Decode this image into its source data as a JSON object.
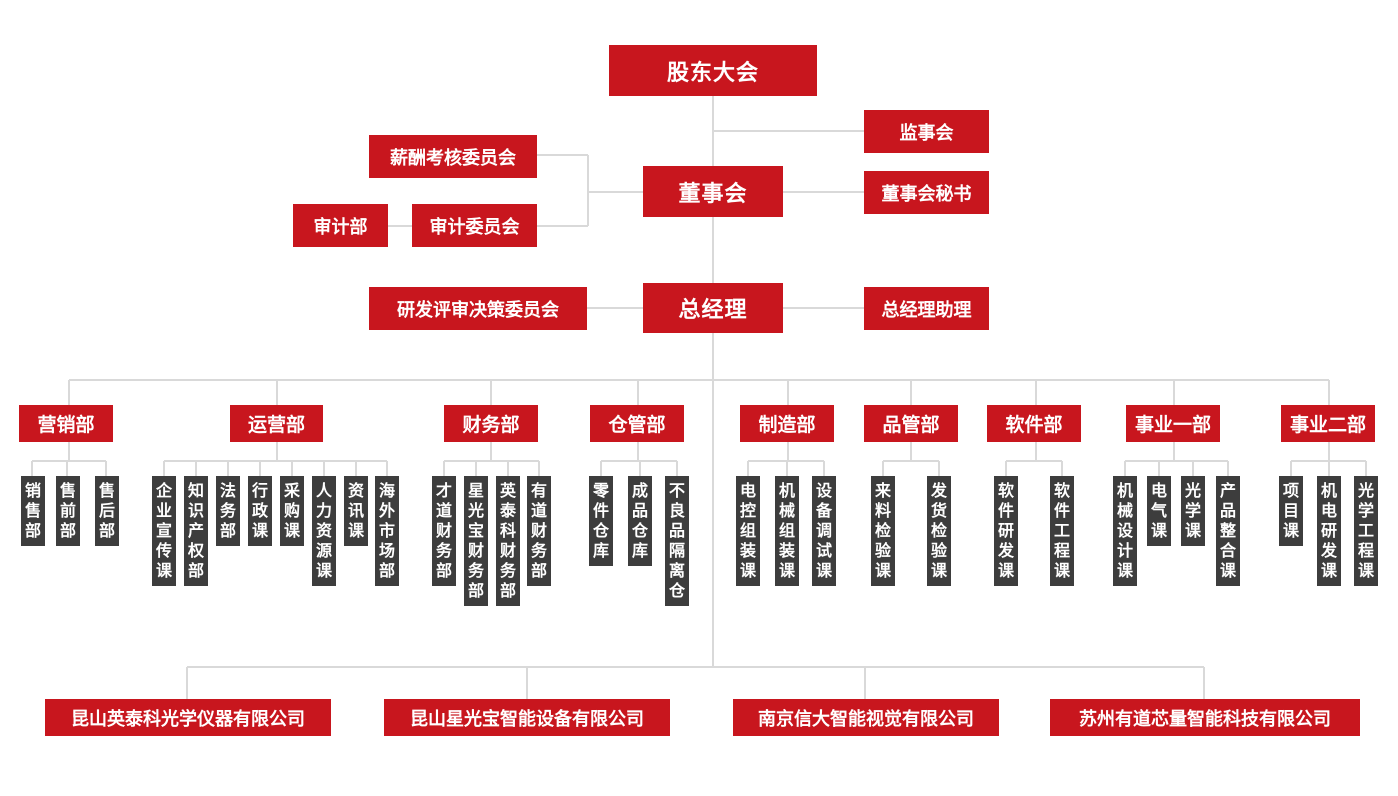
{
  "top": {
    "shareholders": "股东大会",
    "supervisors": "监事会",
    "board": "董事会",
    "board_secretary": "董事会秘书",
    "compensation_committee": "薪酬考核委员会",
    "audit_dept": "审计部",
    "audit_committee": "审计委员会",
    "gm": "总经理",
    "rd_committee": "研发评审决策委员会",
    "gm_assistant": "总经理助理"
  },
  "departments": [
    {
      "name": "营销部",
      "units": [
        "销售部",
        "售前部",
        "售后部"
      ]
    },
    {
      "name": "运营部",
      "units": [
        "企业宣传课",
        "知识产权部",
        "法务部",
        "行政课",
        "采购课",
        "人力资源课",
        "资讯课",
        "海外市场部"
      ]
    },
    {
      "name": "财务部",
      "units": [
        "才道财务部",
        "星光宝财务部",
        "英泰科财务部",
        "有道财务部"
      ]
    },
    {
      "name": "仓管部",
      "units": [
        "零件仓库",
        "成品仓库",
        "不良品隔离仓"
      ]
    },
    {
      "name": "制造部",
      "units": [
        "电控组装课",
        "机械组装课",
        "设备调试课"
      ]
    },
    {
      "name": "品管部",
      "units": [
        "来料检验课",
        "发货检验课"
      ]
    },
    {
      "name": "软件部",
      "units": [
        "软件研发课",
        "软件工程课"
      ]
    },
    {
      "name": "事业一部",
      "units": [
        "机械设计课",
        "电气课",
        "光学课",
        "产品整合课"
      ]
    },
    {
      "name": "事业二部",
      "units": [
        "项目课",
        "机电研发课",
        "光学工程课"
      ]
    }
  ],
  "companies": [
    "昆山英泰科光学仪器有限公司",
    "昆山星光宝智能设备有限公司",
    "南京信大智能视觉有限公司",
    "苏州有道芯量智能科技有限公司"
  ],
  "colors": {
    "red": "#c8161e",
    "dark": "#3d3d3d",
    "line": "#d9d9d9"
  }
}
